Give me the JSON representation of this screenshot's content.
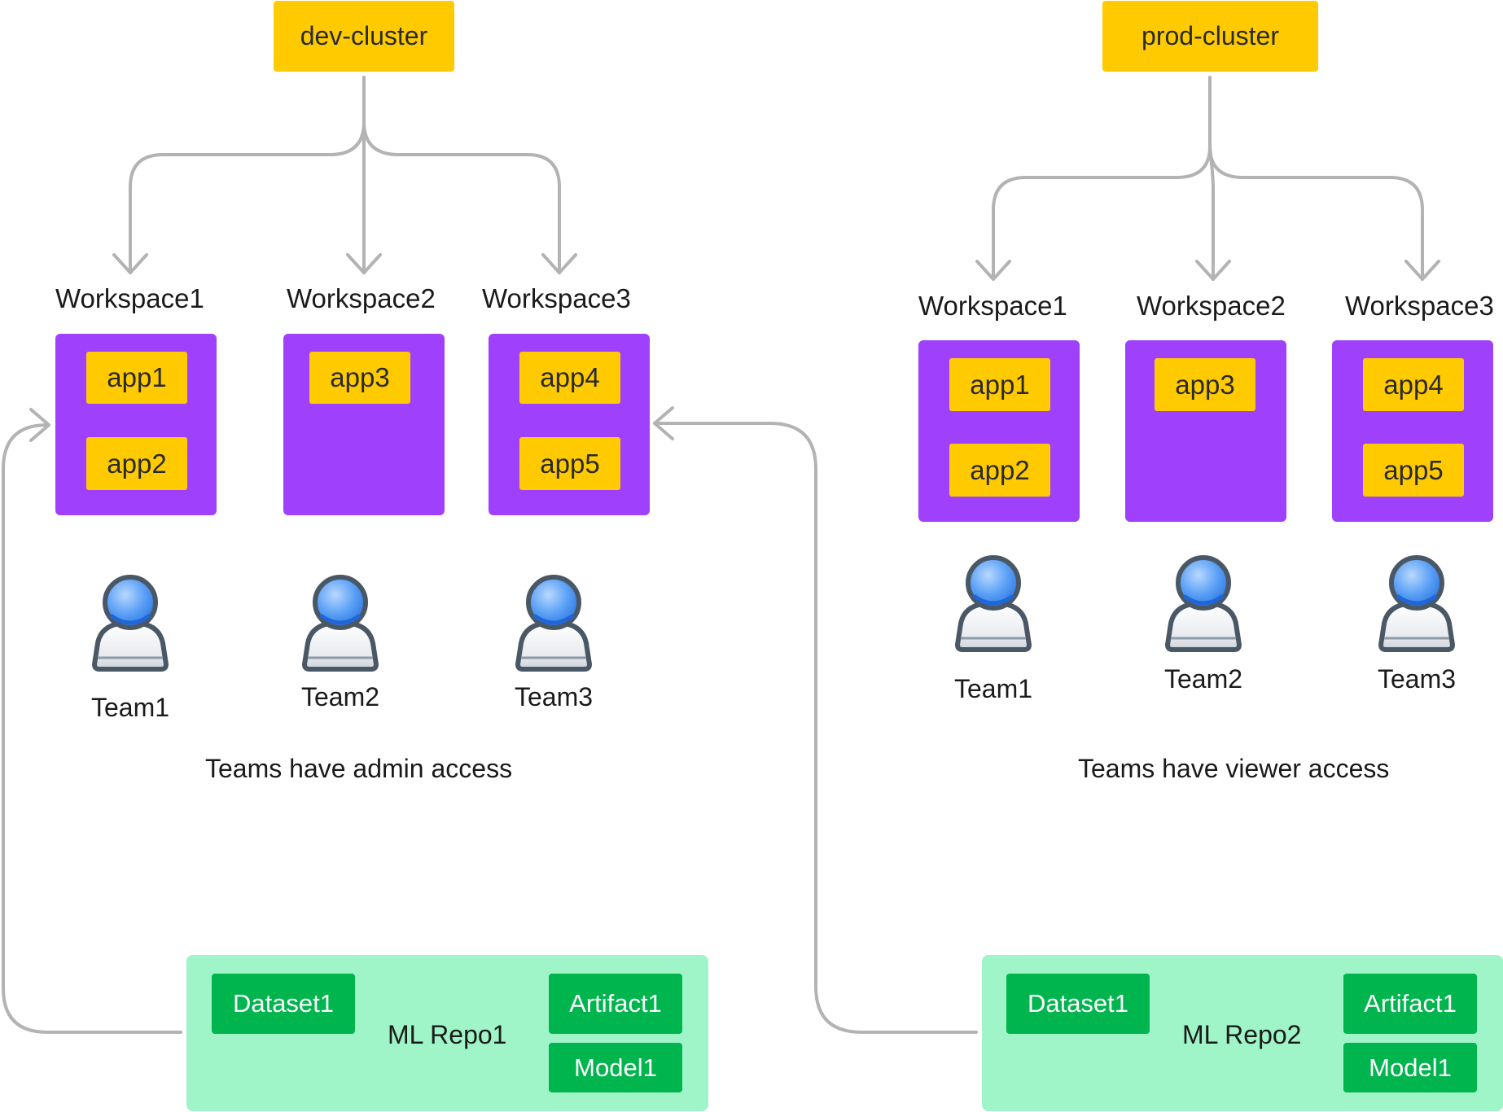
{
  "clusters": [
    {
      "name": "dev-cluster"
    },
    {
      "name": "prod-cluster"
    }
  ],
  "dev": {
    "workspaces": [
      {
        "label": "Workspace1",
        "apps": [
          "app1",
          "app2"
        ]
      },
      {
        "label": "Workspace2",
        "apps": [
          "app3"
        ]
      },
      {
        "label": "Workspace3",
        "apps": [
          "app4",
          "app5"
        ]
      }
    ],
    "teams": [
      "Team1",
      "Team2",
      "Team3"
    ],
    "caption": "Teams have admin access"
  },
  "prod": {
    "workspaces": [
      {
        "label": "Workspace1",
        "apps": [
          "app1",
          "app2"
        ]
      },
      {
        "label": "Workspace2",
        "apps": [
          "app3"
        ]
      },
      {
        "label": "Workspace3",
        "apps": [
          "app4",
          "app5"
        ]
      }
    ],
    "teams": [
      "Team1",
      "Team2",
      "Team3"
    ],
    "caption": "Teams have viewer access"
  },
  "repos": [
    {
      "name": "ML Repo1",
      "dataset": "Dataset1",
      "artifact": "Artifact1",
      "model": "Model1"
    },
    {
      "name": "ML Repo2",
      "dataset": "Dataset1",
      "artifact": "Artifact1",
      "model": "Model1"
    }
  ],
  "colors": {
    "cluster": "#ffca00",
    "workspace": "#9f40fc",
    "app": "#ffca00",
    "repo_bg": "#9ff5c8",
    "repo_item": "#00b54e",
    "connector": "#b3b3b3"
  },
  "icons": {
    "team": "user-icon"
  }
}
